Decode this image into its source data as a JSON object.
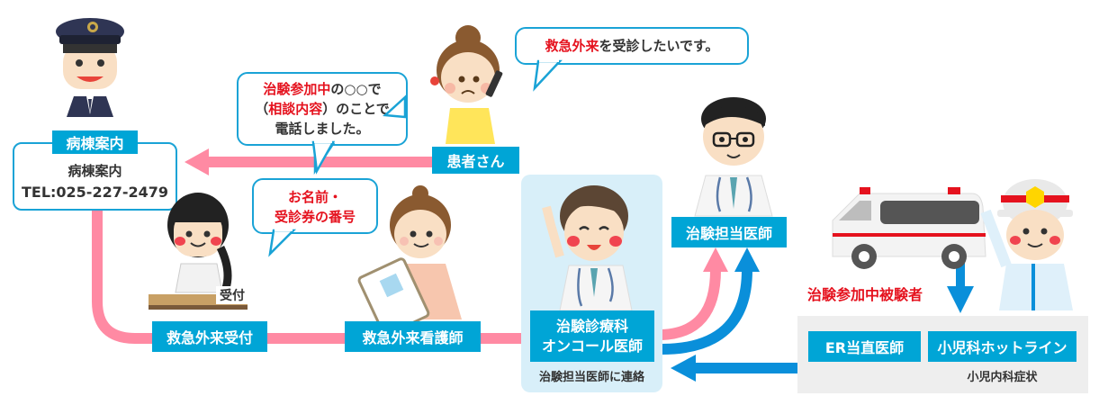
{
  "colors": {
    "label_bg": "#00a5d6",
    "pink_flow": "#ff8aa3",
    "blue_flow": "#0a8fda",
    "bubble_border": "#1aa3d6",
    "emphasis_red": "#e5121e",
    "oncall_panel_bg": "#d8eff9",
    "er_panel_bg": "#eeeeee"
  },
  "ward_guide": {
    "label": "病棟案内",
    "box_title": "病棟案内",
    "phone": "TEL:025-227-2479"
  },
  "patient": {
    "label": "患者さん",
    "bubble_emergency": {
      "red": "救急外来",
      "rest": "を受診したいです。"
    },
    "bubble_trial": {
      "line1_red": "治験参加中",
      "line1_rest": "の○○で",
      "line2_open": "（",
      "line2_red": "相談内容",
      "line2_rest": "）のことで",
      "line3": "電話しました。"
    }
  },
  "info_bubble": {
    "line1": "お名前・",
    "line2": "受診券の番号"
  },
  "reception": {
    "desk_sign": "受付",
    "label": "救急外来受付"
  },
  "nurse": {
    "label": "救急外来看護師"
  },
  "oncall": {
    "label_line1": "治験診療科",
    "label_line2": "オンコール医師",
    "note": "治験担当医師に連絡"
  },
  "trial_doctor": {
    "label": "治験担当医師"
  },
  "ambulance_section": {
    "subject_label": "治験参加中被験者",
    "er_label": "ER当直医師",
    "pediatric_label": "小児科ホットライン",
    "pediatric_note": "小児内科症状"
  },
  "icons": {
    "guard": "security-guard-icon",
    "patient": "patient-on-phone-icon",
    "receptionist": "receptionist-icon",
    "nurse": "nurse-with-clipboard-icon",
    "oncall_doctor": "oncall-doctor-icon",
    "trial_doctor": "doctor-with-glasses-icon",
    "ambulance": "ambulance-icon",
    "paramedic": "paramedic-icon"
  }
}
